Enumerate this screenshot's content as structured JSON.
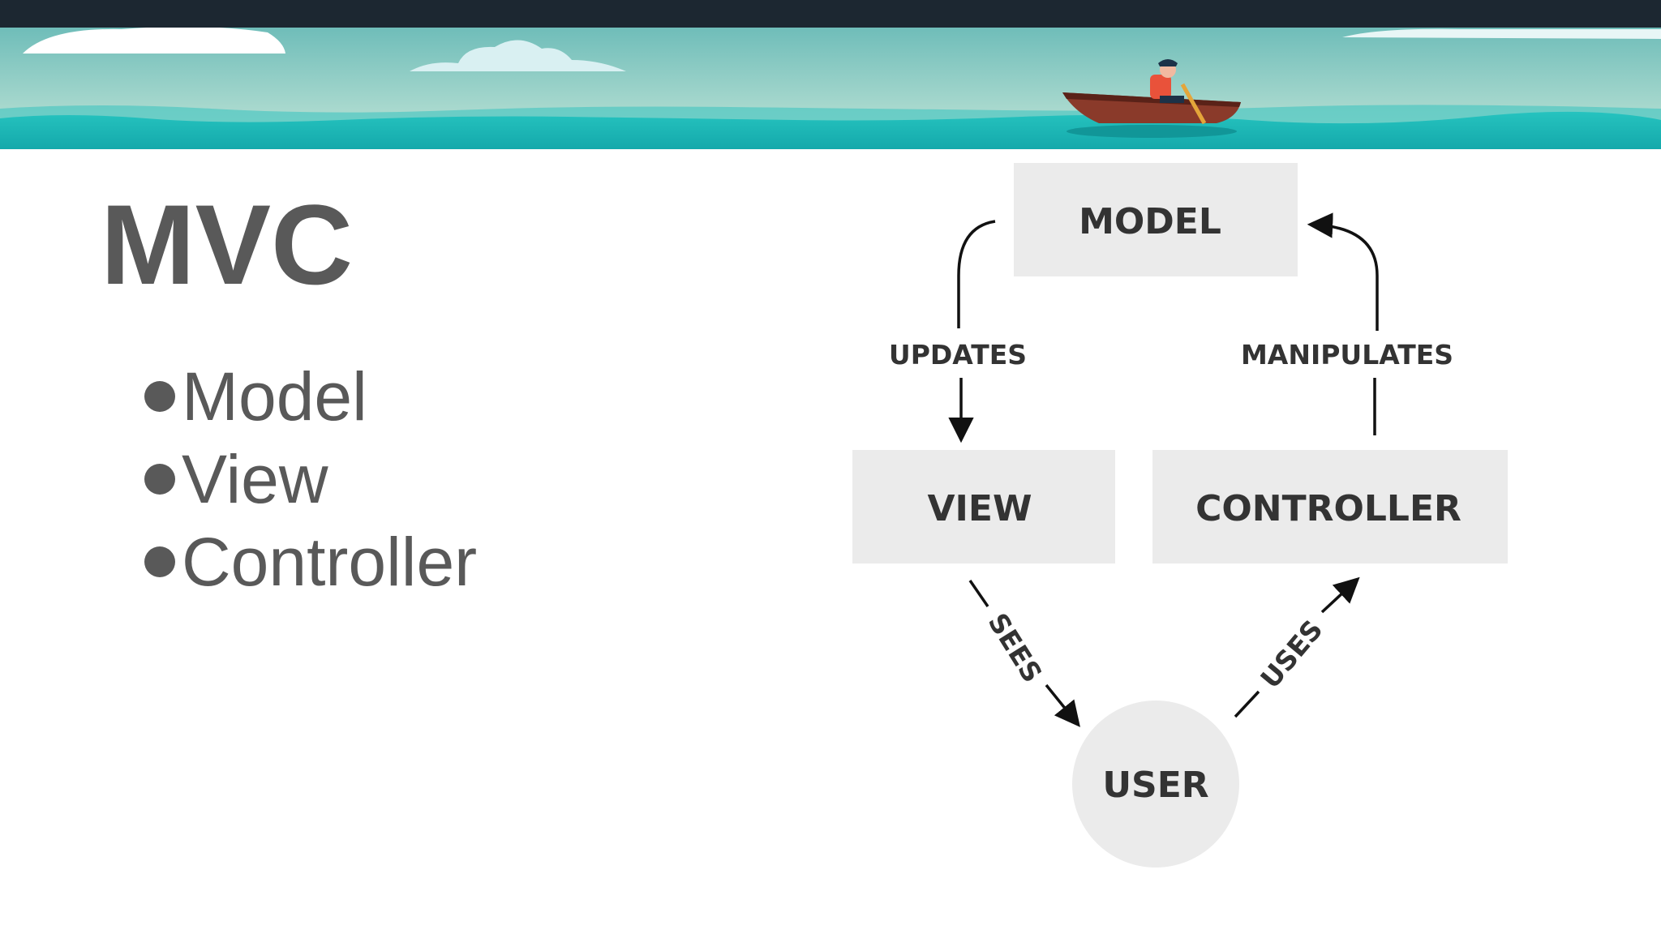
{
  "slide": {
    "title": "MVC",
    "bullets": [
      "Model",
      "View",
      "Controller"
    ]
  },
  "diagram": {
    "nodes": {
      "model": "MODEL",
      "view": "VIEW",
      "controller": "CONTROLLER",
      "user": "USER"
    },
    "edges": {
      "updates": "UPDATES",
      "manipulates": "MANIPULATES",
      "sees": "SEES",
      "uses": "USES"
    }
  },
  "colors": {
    "text": "#595959",
    "node_fill": "#ebebeb",
    "node_text": "#333333",
    "top_bar": "#1c2731",
    "sea": "#1bb8b5",
    "sky": "#a8d9d0",
    "boat": "#8a3a2a"
  }
}
